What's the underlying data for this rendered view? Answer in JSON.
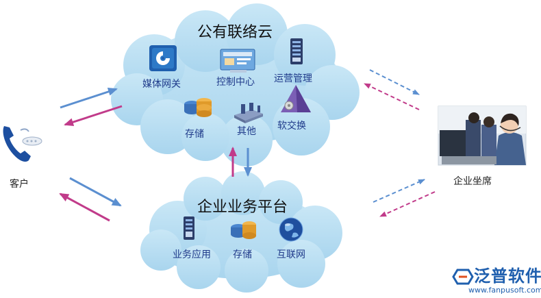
{
  "clouds": {
    "public": {
      "title": "公有联络云",
      "nodes": [
        {
          "label": "媒体网关",
          "icon": "media-gateway-icon"
        },
        {
          "label": "控制中心",
          "icon": "control-center-icon"
        },
        {
          "label": "运营管理",
          "icon": "server-tower-icon"
        },
        {
          "label": "存储",
          "icon": "storage-disks-icon"
        },
        {
          "label": "其他",
          "icon": "network-device-icon"
        },
        {
          "label": "软交换",
          "icon": "softswitch-icon"
        }
      ]
    },
    "platform": {
      "title": "企业业务平台",
      "nodes": [
        {
          "label": "业务应用",
          "icon": "server-tower-icon"
        },
        {
          "label": "存储",
          "icon": "storage-disks-icon"
        },
        {
          "label": "互联网",
          "icon": "globe-icon"
        }
      ]
    }
  },
  "actors": {
    "customer": {
      "label": "客户",
      "icon": "telephone-icon"
    },
    "agents": {
      "label": "企业坐席",
      "icon": "call-center-agents-photo"
    }
  },
  "brand": {
    "name": "泛普软件",
    "url": "www.fanpusoft.com"
  },
  "colors": {
    "cloud": "#b5dcf0",
    "arrow_blue": "#5b8fd0",
    "arrow_magenta": "#c13b8a",
    "label_blue": "#1f3a8a"
  }
}
